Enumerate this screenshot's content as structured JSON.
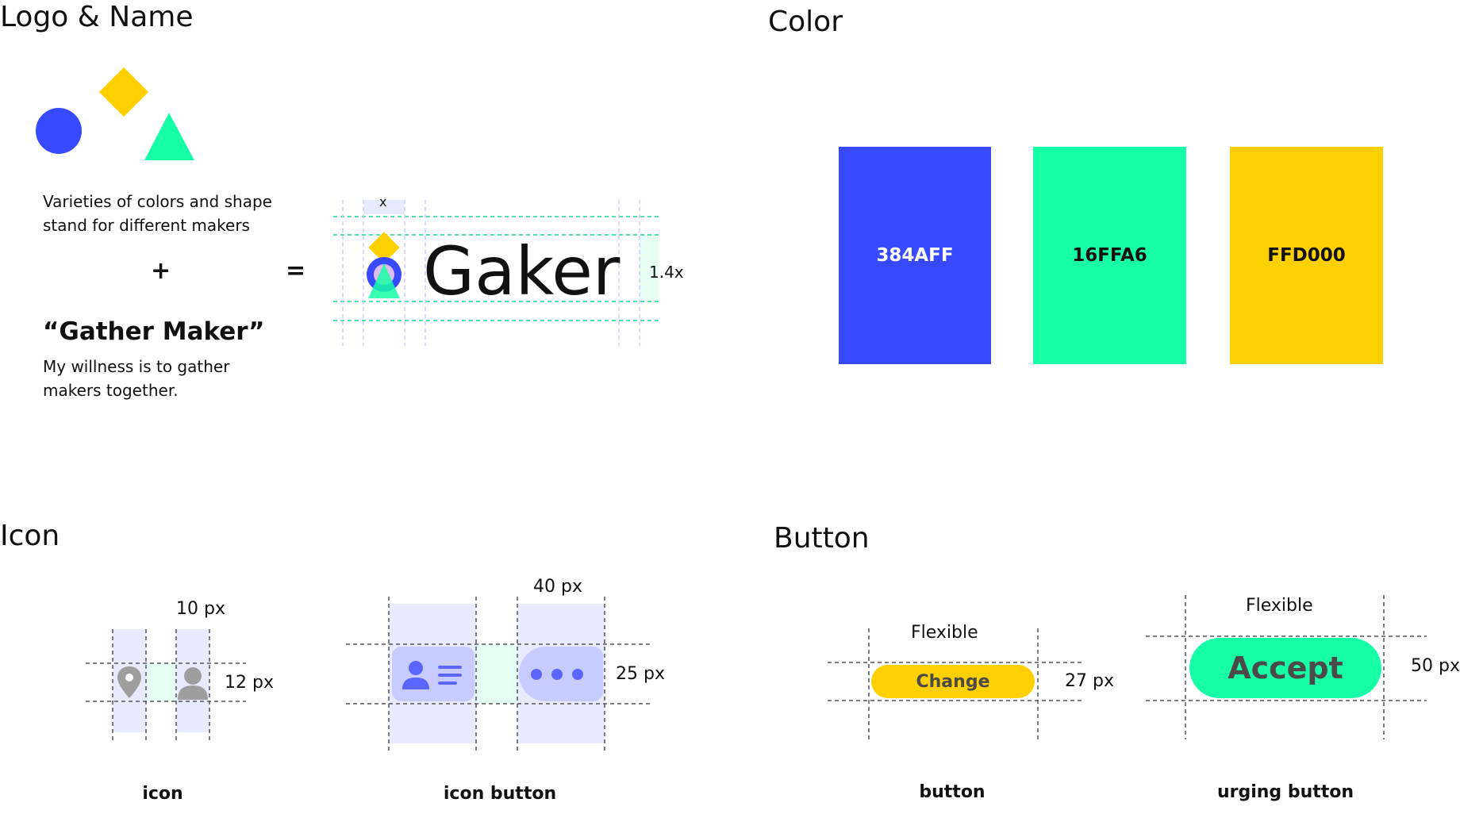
{
  "colors": {
    "blue": "#384AFF",
    "green": "#16FFA6",
    "yellow": "#FFD000",
    "guide_green": "#16D98E",
    "lavender": "#E8EAFF",
    "mint": "#E6FFF4",
    "icon_gray": "#9E9E9E",
    "pill_blue": "#C7CBFF",
    "pill_dot": "#5A66FF"
  },
  "logo_section": {
    "title": "Logo & Name",
    "shapes_caption": "Varieties of colors and shape stand for different makers",
    "plus": "+",
    "equals": "=",
    "name_title": "“Gather Maker”",
    "name_caption": "My willness is to gather makers together.",
    "x_label": "x",
    "wordmark": "Gaker",
    "scale_label": "1.4x"
  },
  "color_section": {
    "title": "Color",
    "swatches": [
      {
        "label": "384AFF",
        "color": "#384AFF",
        "text_color": "#FFFFFF"
      },
      {
        "label": "16FFA6",
        "color": "#16FFA6",
        "text_color": "#111111"
      },
      {
        "label": "FFD000",
        "color": "#FFD000",
        "text_color": "#111111"
      }
    ]
  },
  "icon_section": {
    "title": "Icon",
    "icon_width_label": "10 px",
    "icon_height_label": "12 px",
    "icon_caption": "icon",
    "icon_button_width_label": "40 px",
    "icon_button_height_label": "25 px",
    "icon_button_caption": "icon button",
    "icons": [
      "location-pin-icon",
      "user-icon",
      "profile-card-icon",
      "more-dots-icon"
    ]
  },
  "button_section": {
    "title": "Button",
    "button_width_label": "Flexible",
    "button_label": "Change",
    "button_height_label": "27 px",
    "button_caption": "button",
    "urging_width_label": "Flexible",
    "urging_label": "Accept",
    "urging_height_label": "50 px",
    "urging_caption": "urging button"
  }
}
